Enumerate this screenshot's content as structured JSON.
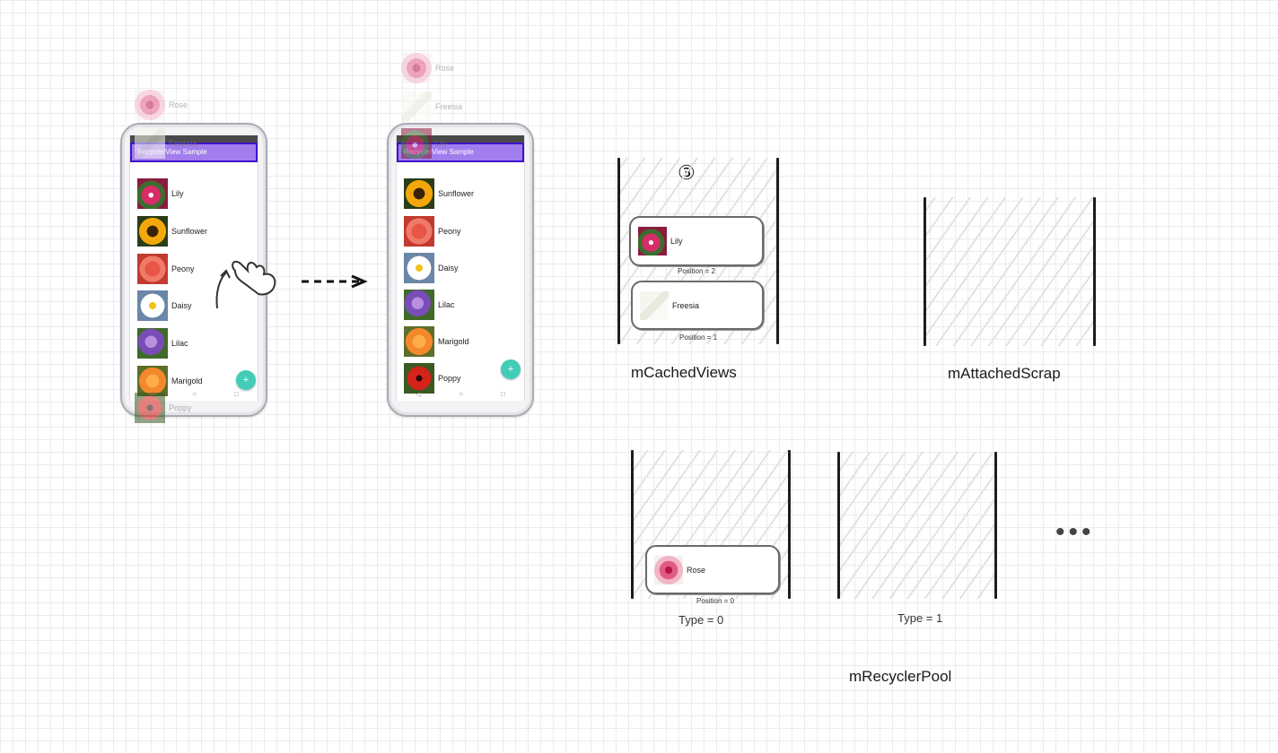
{
  "left_phone": {
    "app_title": "RecyclerView Sample",
    "outside_top": [
      "Rose",
      "Freesia"
    ],
    "visible": [
      "Lily",
      "Sunflower",
      "Peony",
      "Daisy",
      "Lilac",
      "Marigold"
    ],
    "outside_bottom": [
      "Poppy"
    ],
    "fab": "+"
  },
  "right_phone": {
    "app_title": "RecyclerView Sample",
    "outside_top": [
      "Rose",
      "Freesia",
      "Lily"
    ],
    "visible": [
      "Sunflower",
      "Peony",
      "Daisy",
      "Lilac",
      "Marigold",
      "Poppy"
    ],
    "fab": "+"
  },
  "step_marker": "③",
  "cached_views": {
    "caption": "mCachedViews",
    "items": [
      {
        "name": "Lily",
        "position": "Position = 2"
      },
      {
        "name": "Freesia",
        "position": "Position = 1"
      }
    ]
  },
  "attached_scrap": {
    "caption": "mAttachedScrap"
  },
  "recycler_pool": {
    "caption": "mRecyclerPool",
    "type0": {
      "label": "Type = 0",
      "items": [
        {
          "name": "Rose",
          "position": "Position = 0"
        }
      ]
    },
    "type1": {
      "label": "Type = 1"
    },
    "more": "•••"
  },
  "colors": {
    "app_bar": "#9266ea",
    "app_bar_border": "#3d14c9",
    "fab": "#43cdb8"
  }
}
